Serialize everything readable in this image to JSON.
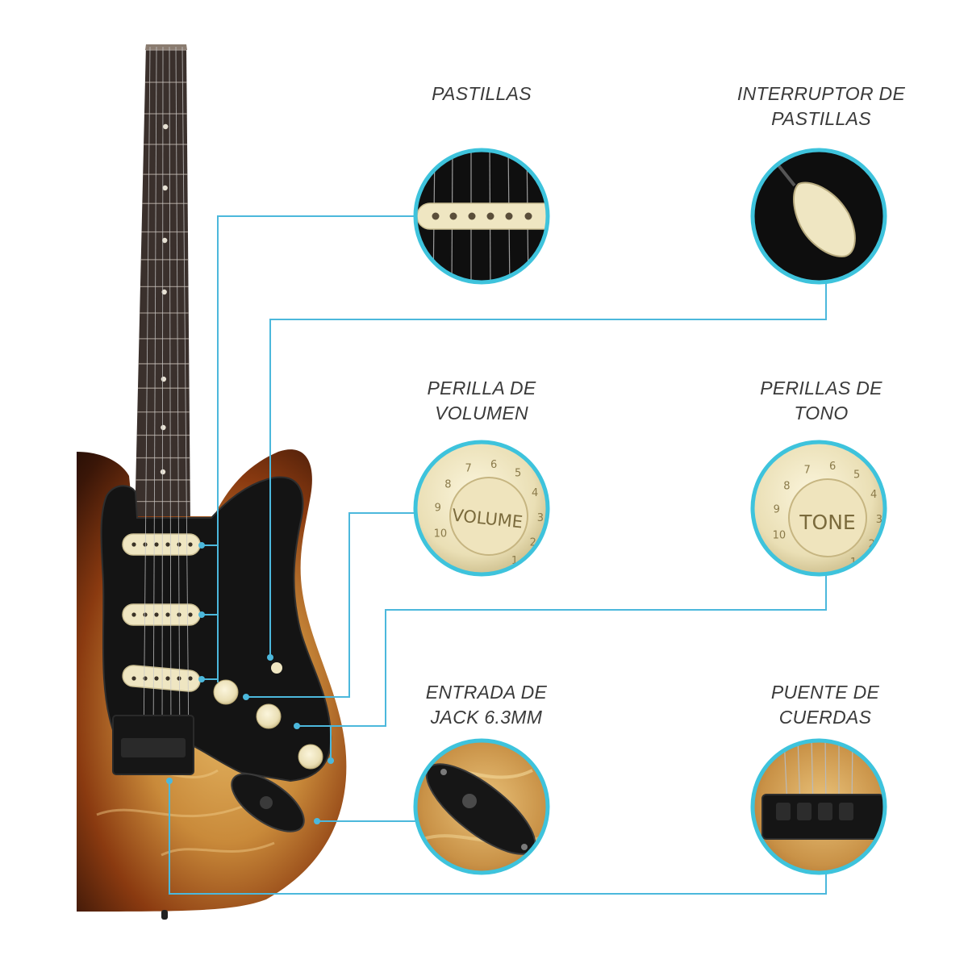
{
  "labels": {
    "pickups": [
      "PASTILLAS"
    ],
    "pickup_switch": [
      "INTERRUPTOR DE",
      "PASTILLAS"
    ],
    "volume_knob": [
      "PERILLA DE",
      "VOLUMEN"
    ],
    "tone_knobs": [
      "PERILLAS DE",
      "TONO"
    ],
    "jack_input": [
      "ENTRADA DE",
      "JACK 6.3MM"
    ],
    "bridge": [
      "PUENTE DE",
      "CUERDAS"
    ]
  },
  "knob_text": {
    "volume": "VOLUME",
    "tone": "TONE",
    "scale": [
      "10",
      "9",
      "8",
      "7",
      "6",
      "5",
      "4",
      "3",
      "2",
      "1"
    ]
  },
  "colors": {
    "callout_line": "#4cb8dc",
    "circle_ring": "#3ec3dc",
    "pickguard": "#141414",
    "sunburst_dark": "#2a1208",
    "sunburst_mid": "#8a3a10",
    "sunburst_light": "#d9a04e",
    "cream": "#efe6c2",
    "fretboard": "#3a302c",
    "label_text": "#3a3a3a"
  }
}
